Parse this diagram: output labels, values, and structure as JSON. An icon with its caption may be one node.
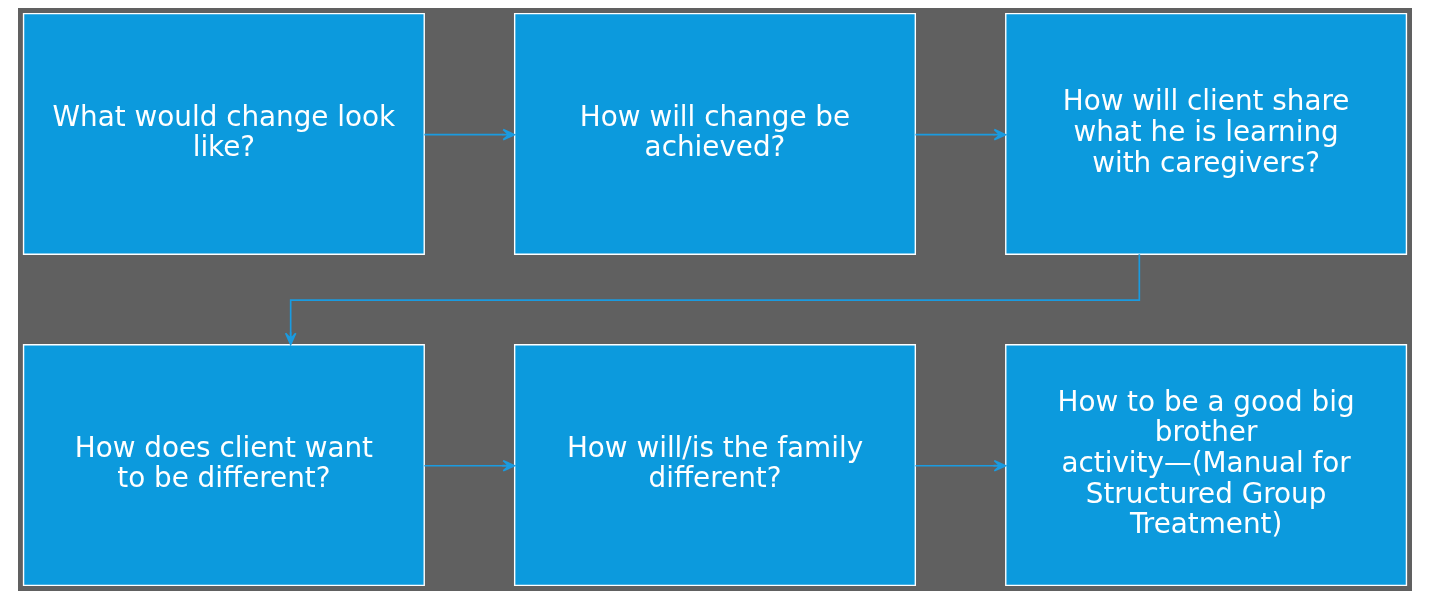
{
  "diagram": {
    "nodes": [
      {
        "text": [
          "What would change look like?"
        ]
      },
      {
        "text": [
          "How will change be achieved?"
        ]
      },
      {
        "text": [
          "How will client share what he is learning with caregivers?"
        ]
      },
      {
        "text": [
          "How does client want to be different?"
        ]
      },
      {
        "text": [
          "How will/is the family different?"
        ]
      },
      {
        "text": [
          "How to be a good big brother activity—(Manual for Structured Group Treatment)"
        ]
      }
    ],
    "edges": [
      {
        "from": 0,
        "to": 1,
        "arrow": "to"
      },
      {
        "from": 1,
        "to": 2,
        "arrow": "to"
      },
      {
        "from": 2,
        "to": 3,
        "arrow": "to"
      },
      {
        "from": 3,
        "to": 4,
        "arrow": "to"
      },
      {
        "from": 4,
        "to": 5,
        "arrow": "to"
      }
    ]
  }
}
